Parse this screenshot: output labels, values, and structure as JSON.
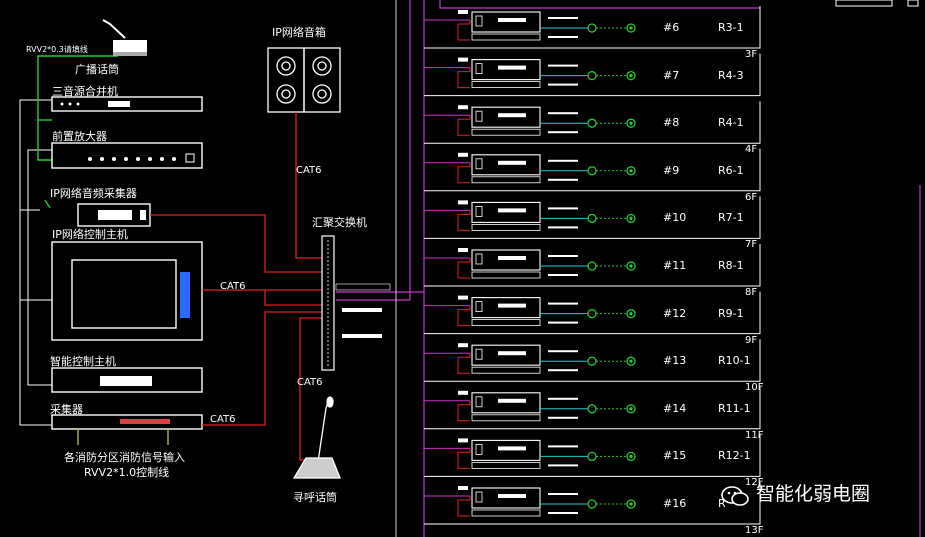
{
  "devices": {
    "mic_cable": "RVV2*0.3请填线",
    "broadcast_mic": "广播话筒",
    "mixer": "三音源合并机",
    "preamp": "前置放大器",
    "ip_audio_collector": "IP网络音频采集器",
    "ip_control_host": "IP网络控制主机",
    "smart_control_host": "智能控制主机",
    "collector": "采集器",
    "fire_input_line1": "各消防分区消防信号输入",
    "fire_input_line2": "RVV2*1.0控制线",
    "ip_speaker": "IP网络音箱",
    "switch": "汇聚交换机",
    "paging_mic": "寻呼话筒"
  },
  "cables": {
    "cat_speaker": "CAT6",
    "cat_control": "CAT6",
    "cat_paging": "CAT6",
    "cat_collector": "CAT6"
  },
  "rows": [
    {
      "unit": "#6",
      "room": "R3-1",
      "floor": "3F"
    },
    {
      "unit": "#7",
      "room": "R4-3",
      "floor": ""
    },
    {
      "unit": "#8",
      "room": "R4-1",
      "floor": "4F"
    },
    {
      "unit": "#9",
      "room": "R6-1",
      "floor": "6F"
    },
    {
      "unit": "#10",
      "room": "R7-1",
      "floor": "7F"
    },
    {
      "unit": "#11",
      "room": "R8-1",
      "floor": "8F"
    },
    {
      "unit": "#12",
      "room": "R9-1",
      "floor": "9F"
    },
    {
      "unit": "#13",
      "room": "R10-1",
      "floor": "10F"
    },
    {
      "unit": "#14",
      "room": "R11-1",
      "floor": "11F"
    },
    {
      "unit": "#15",
      "room": "R12-1",
      "floor": "12F"
    },
    {
      "unit": "#16",
      "room": "R",
      "floor": "13F"
    }
  ],
  "watermark": "智能化弱电圈",
  "colors": {
    "background": "#000000",
    "lines_white": "#ffffff",
    "lines_red": "#e02020",
    "lines_green": "#22cc33",
    "lines_magenta": "#cc33cc",
    "lines_cyan": "#22cccc"
  }
}
